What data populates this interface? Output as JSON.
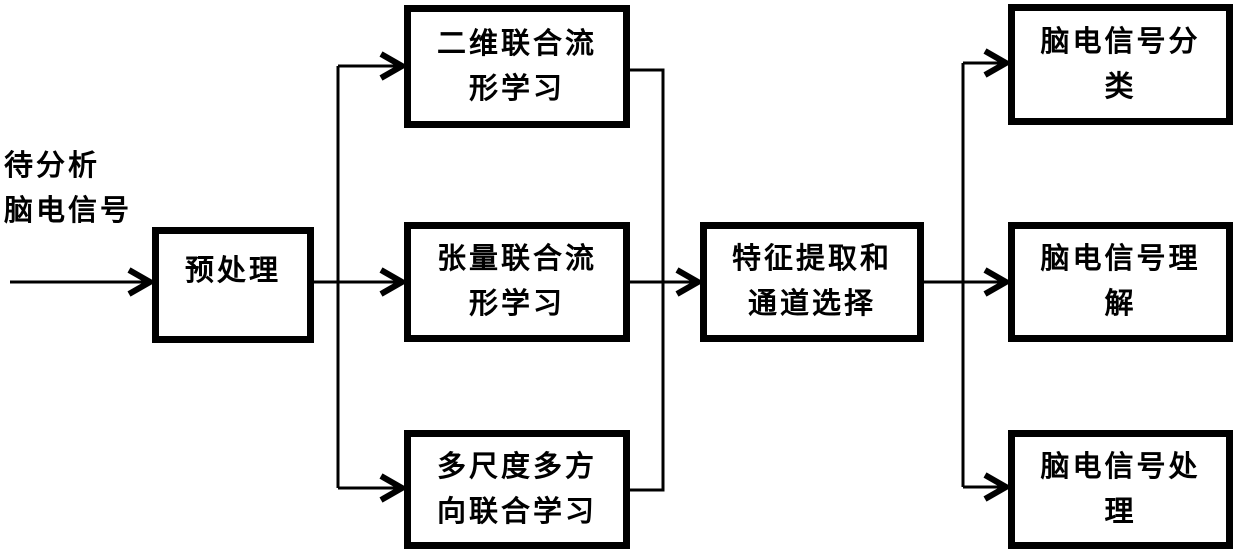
{
  "diagram": {
    "type": "flowchart",
    "input_label": "待分析\n脑电信号",
    "nodes": {
      "preprocess": {
        "label": "预处理"
      },
      "manifold2d": {
        "label": "二维联合流\n形学习"
      },
      "tensor": {
        "label": "张量联合流\n形学习"
      },
      "multiscale": {
        "label": "多尺度多方\n向联合学习"
      },
      "feature": {
        "label": "特征提取和\n通道选择"
      },
      "classify": {
        "label": "脑电信号分\n类"
      },
      "understand": {
        "label": "脑电信号理\n解"
      },
      "process": {
        "label": "脑电信号处\n理"
      }
    },
    "edges": [
      {
        "from": "input",
        "to": "preprocess"
      },
      {
        "from": "preprocess",
        "to": "manifold2d"
      },
      {
        "from": "preprocess",
        "to": "tensor"
      },
      {
        "from": "preprocess",
        "to": "multiscale"
      },
      {
        "from": "manifold2d",
        "to": "feature"
      },
      {
        "from": "tensor",
        "to": "feature"
      },
      {
        "from": "multiscale",
        "to": "feature"
      },
      {
        "from": "feature",
        "to": "classify"
      },
      {
        "from": "feature",
        "to": "understand"
      },
      {
        "from": "feature",
        "to": "process"
      }
    ],
    "colors": {
      "line": "#000000",
      "box_border": "#000000",
      "box_fill": "#ffffff",
      "background": "#ffffff"
    }
  }
}
